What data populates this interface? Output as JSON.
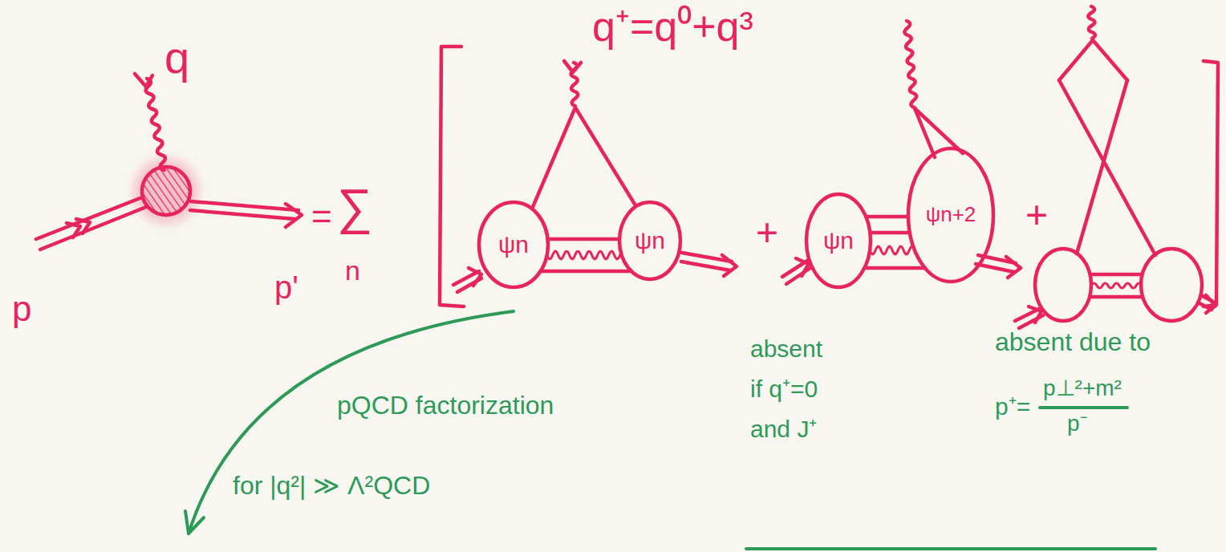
{
  "diagram": {
    "nodes": [
      {
        "text": [
          "ψn"
        ]
      },
      {
        "text": [
          "ψn"
        ]
      },
      {
        "text": [
          "ψn"
        ]
      },
      {
        "text": [
          "ψn+2"
        ]
      }
    ],
    "edges": [
      {
        "from": 0,
        "to": 1,
        "arrow": "none"
      },
      {
        "from": 0,
        "to": 1,
        "arrow": "none"
      },
      {
        "from": 0,
        "to": 1,
        "arrow": "none"
      },
      {
        "from": 2,
        "to": 3,
        "arrow": "none"
      },
      {
        "from": 2,
        "to": 3,
        "arrow": "none"
      },
      {
        "from": 2,
        "to": 3,
        "arrow": "none"
      },
      {
        "from": 2,
        "to": 3,
        "arrow": "none"
      }
    ],
    "labels": [
      "q",
      "p",
      "p'",
      "=",
      "∑",
      "n",
      "q⁺=q⁰+q³",
      "+",
      "+",
      "pQCD factorization for |q²| ≫ Λ²QCD",
      "absent if q⁺=0 and J⁺",
      "absent due to",
      "p⁺=",
      "p⊥²+m²",
      "p⁻"
    ]
  }
}
